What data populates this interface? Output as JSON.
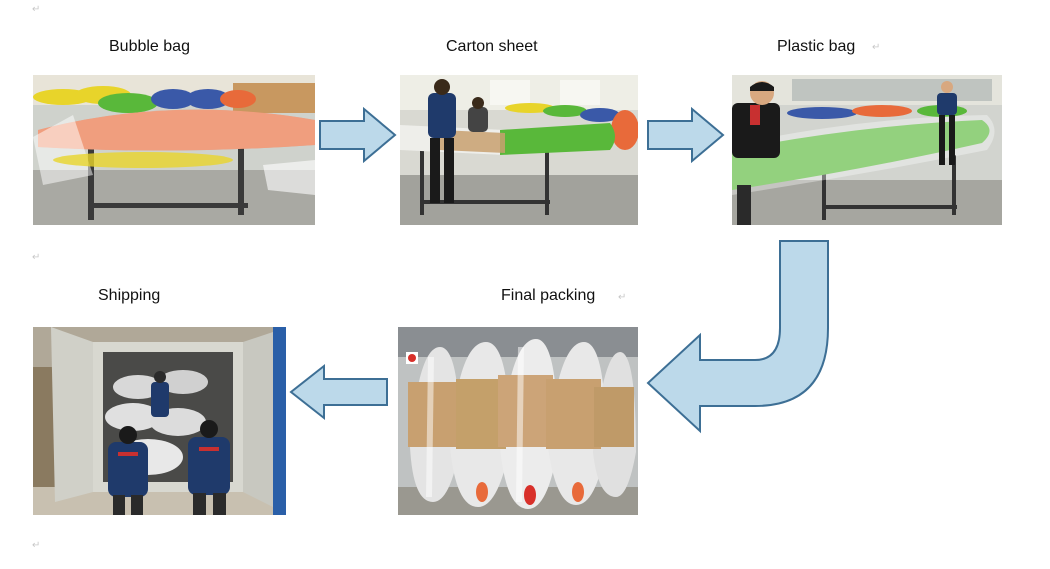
{
  "steps": [
    {
      "label": "Bubble bag",
      "subject": "kayaks on rack wrapped in bubble bag"
    },
    {
      "label": "Carton sheet",
      "subject": "workers applying carton sheet to kayak"
    },
    {
      "label": "Plastic bag",
      "subject": "worker carrying kayak in plastic bag"
    },
    {
      "label": "Final packing",
      "subject": "stack of fully packed kayaks"
    },
    {
      "label": "Shipping",
      "subject": "workers loading kayaks into shipping container"
    }
  ],
  "colors": {
    "arrow_fill": "#bcd9ea",
    "arrow_stroke": "#3d6f95",
    "factory_floor": "#9a9a96",
    "factory_wall": "#d9d9d2",
    "kayak_orange": "#e86a3a",
    "kayak_green": "#59b83a",
    "kayak_yellow": "#e8d42a",
    "kayak_blue": "#3a59a8",
    "kayak_red": "#d8302a",
    "worker_jacket": "#1f3a6b",
    "carton": "#c8a070",
    "container_blue": "#2a5fa8"
  },
  "icons": [
    "arrow-right-icon",
    "arrow-down-left-icon",
    "arrow-left-icon"
  ]
}
